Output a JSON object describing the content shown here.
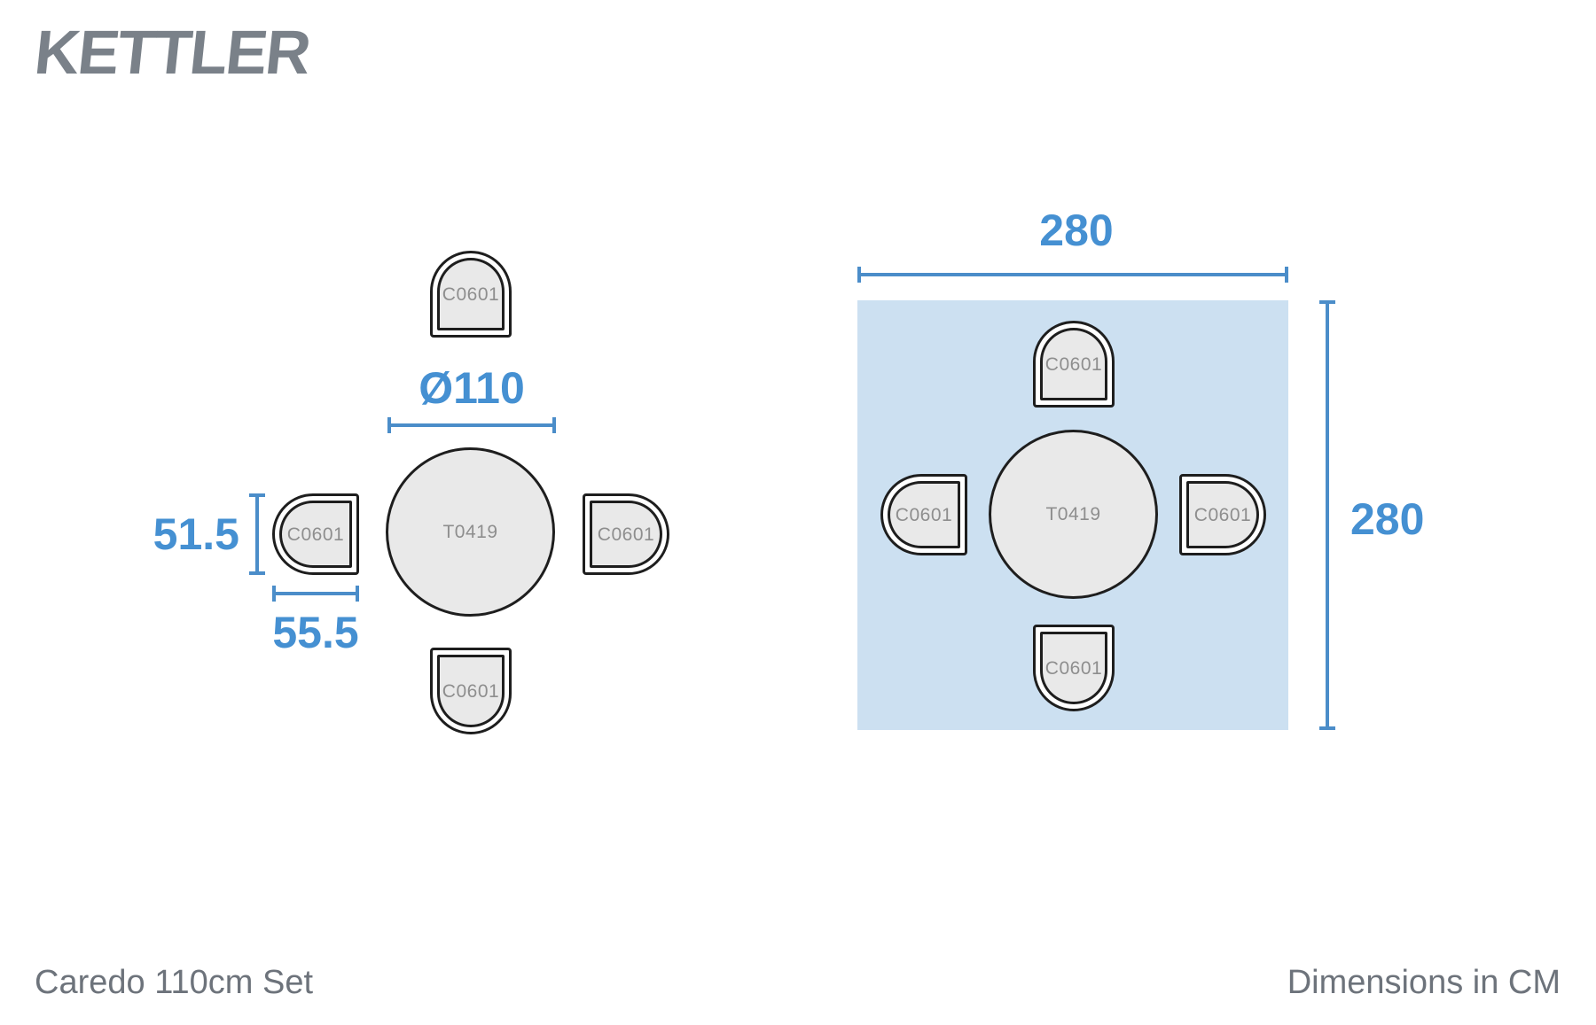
{
  "logo": {
    "text": "KETTLER"
  },
  "footer": {
    "product": "Caredo 110cm Set",
    "units": "Dimensions in CM"
  },
  "item_labels": {
    "chair": "C0601",
    "table": "T0419"
  },
  "left_diagram": {
    "table_diameter": "Ø110",
    "chair_width": "51.5",
    "chair_depth": "55.5"
  },
  "right_diagram": {
    "clearance_width": "280",
    "clearance_height": "280"
  },
  "colors": {
    "dimension_text_blue": "#4590d2",
    "dimension_line_blue": "#4b8dc9",
    "clearance_area_fill": "#cce0f1",
    "furniture_fill": "#e9e9e9",
    "furniture_outline": "#1e1e1e",
    "furniture_label_gray": "#8e8e8e",
    "caption_gray": "#6d737b",
    "logo_gray": "#7a8189"
  }
}
